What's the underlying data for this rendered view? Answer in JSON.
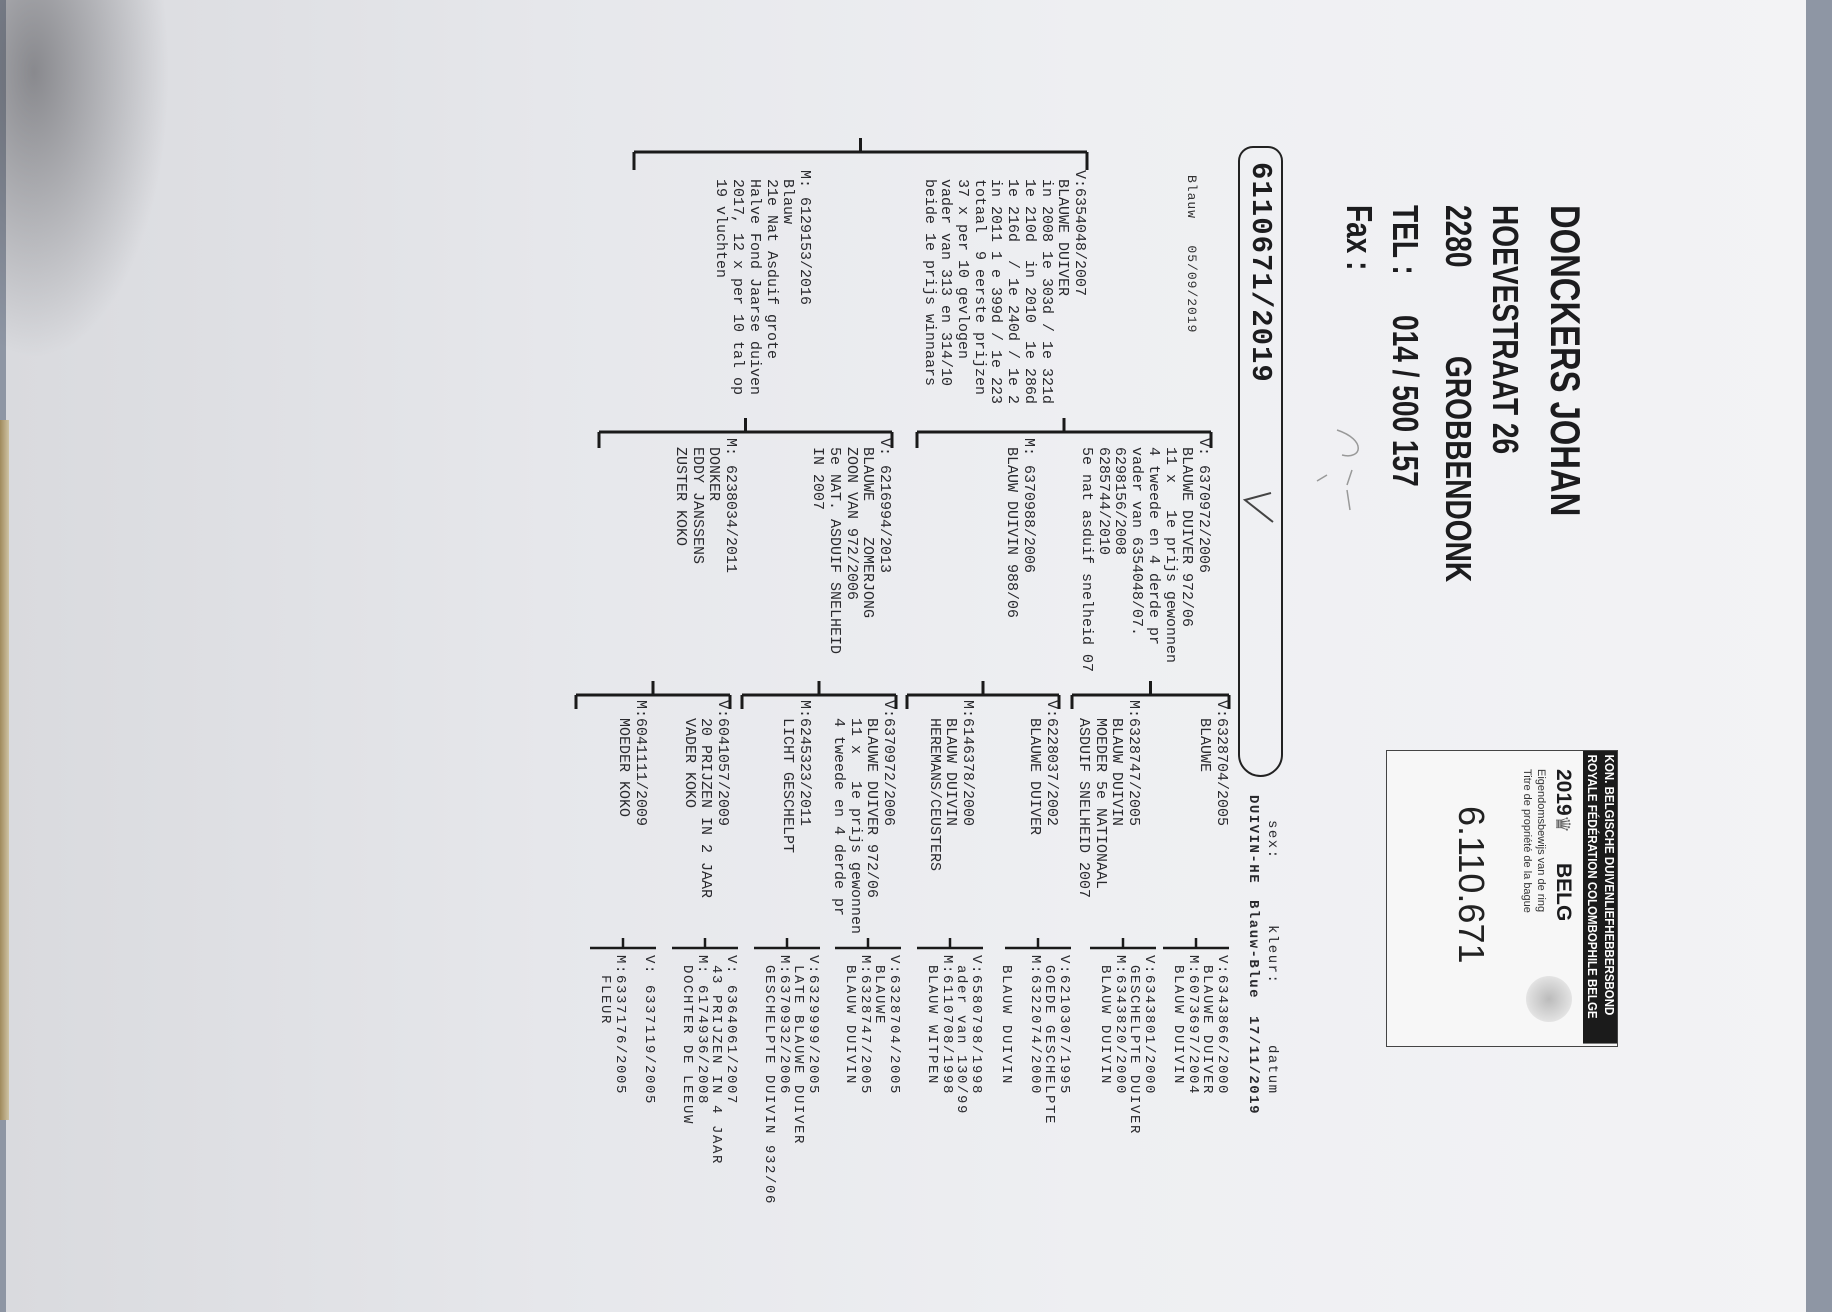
{
  "owner": {
    "name": "DONCKERS JOHAN",
    "street": "HOEVESTRAAT 26",
    "postcode": "2280",
    "city": "GROBBENDONK",
    "tel_label": "TEL :",
    "tel": "014 / 500 157",
    "fax_label": "Fax :"
  },
  "subject": {
    "ring": "6110671/2019",
    "color_note": "Blauw",
    "date_note": "05/09/2019",
    "sex_label": "sex:",
    "sex": "DUIVIN-HE",
    "kleur_label": "kleur:",
    "kleur": "Blauw-Blue",
    "datum_label": "datum",
    "datum": "17/11/2019"
  },
  "stamp": {
    "line1": "KON. BELGISCHE DUIVENLIEFHEBBERSBOND",
    "line2": "ROYALE FÉDÉRATION COLOMBOPHILE BELGE",
    "year": "2019",
    "country": "BELG",
    "nl": "Eigendomsbewijs van de ring",
    "fr": "Titre de propriété de la bague",
    "number": "6.110.671"
  },
  "gen1": [
    {
      "lines": [
        "V:6354048/2007",
        " BLAUWE DUIVER",
        " in 2008 1e 303d / 1e 321d",
        " 1e 210d  in 2010  1e 286d",
        " 1e 216d  / 1e 240d / 1e 2",
        " in 2011 1 e 399d / 1e 223",
        " totaal  9 eerste prijzen",
        " 37 x per 10 gevlogen",
        " vader van 313 en 314/10",
        " beide 1e prijs winnaars"
      ]
    },
    {
      "lines": [
        "M: 6129153/2016",
        " Blauw",
        " 21e Nat Asduif grote",
        " Halve Fond Jaarse duiven",
        " 2017, 12 x per 10 tal op",
        " 19 vluchten"
      ]
    }
  ],
  "gen2": [
    {
      "lines": [
        "V: 6370972/2006",
        " BLAUWE DUIVER 972/06",
        " 11 x   1e prijs gewonnen",
        " 4 tweede en 4 derde pr",
        " vader van 6354048/07.",
        " 6298156/2008",
        " 6285744/2010",
        " 5e nat asduif snelheid 07"
      ]
    },
    {
      "lines": [
        "M: 6370988/2006",
        " BLAUW DUIVIN 988/06"
      ]
    },
    {
      "lines": [
        "V: 6216994/2013",
        " BLAUWE    ZOMERJONG",
        " ZOON VAN 972/2006",
        " 5e NAT. ASDUIF SNELHEID",
        " IN 2007"
      ]
    },
    {
      "lines": [
        "M: 6238034/2011",
        " DONKER",
        " EDDY JANSSENS",
        " ZUSTER KOKO"
      ]
    }
  ],
  "gen3": [
    {
      "lines": [
        "V:6328704/2005",
        "  BLAUWE"
      ]
    },
    {
      "lines": [
        "M:6328747/2005",
        "  BLAUW DUIVIN",
        "  MOEDER 5e NATIONAAL",
        "  ASDUIF SNELHEID 2007"
      ]
    },
    {
      "lines": [
        "V:6228037/2002",
        "  BLAUWE DUIVER"
      ]
    },
    {
      "lines": [
        "M:6146378/2000",
        "  BLAUW DUIVIN",
        "  HEREMANS/CEUSTERS"
      ]
    },
    {
      "lines": [
        "V:6370972/2006",
        "  BLAUWE DUIVER 972/06",
        "  11 x   1e prijs gewonnen",
        "  4 tweede en 4 derde pr"
      ]
    },
    {
      "lines": [
        "M:6245323/2011",
        "  LICHT GESCHELPT"
      ]
    },
    {
      "lines": [
        "V:6041057/2009",
        "  20 PRIJZEN IN 2 JAAR",
        "  VADER KOKO"
      ]
    },
    {
      "lines": [
        "M:6041111/2009",
        "  MOEDER KOKO"
      ]
    }
  ],
  "gen4": [
    {
      "lines": [
        "V:6343866/2000",
        " BLAUWE DUIVER",
        "M:6073697/2004",
        " BLAUW DUIVIN"
      ]
    },
    {
      "lines": [
        "V:6343801/2000",
        " GESCHELPTE DUIVER",
        "M:6343820/2000",
        " BLAUW DUIVIN"
      ]
    },
    {
      "lines": [
        "V:6210307/1995",
        " GOEDE GESCHELPTE",
        "M:6322074/2000",
        "",
        " BLAUW DUIVIN"
      ]
    },
    {
      "lines": [
        "V:6580798/1998",
        " ader van 130/99",
        "M:6110708/1998",
        " BLAUW WITPEN"
      ]
    },
    {
      "lines": [
        "V:6328704/2005",
        " BLAUWE",
        "M:6328747/2005",
        " BLAUW DUIVIN"
      ]
    },
    {
      "lines": [
        "V:6329999/2005",
        " LATE BLAUWE DUIVER",
        "M:6370932/2006",
        " GESCHELPTE DUIVIN 932/06"
      ]
    },
    {
      "lines": [
        "V: 6364061/2007",
        " 43 PRIJZEN IN 4 JAAR",
        "M: 6174936/2008",
        " DOCHTER DE LEEUW"
      ]
    },
    {
      "lines": [
        "V: 6337119/2005",
        "",
        "M:6337176/2005",
        "  FLEUR"
      ]
    }
  ]
}
